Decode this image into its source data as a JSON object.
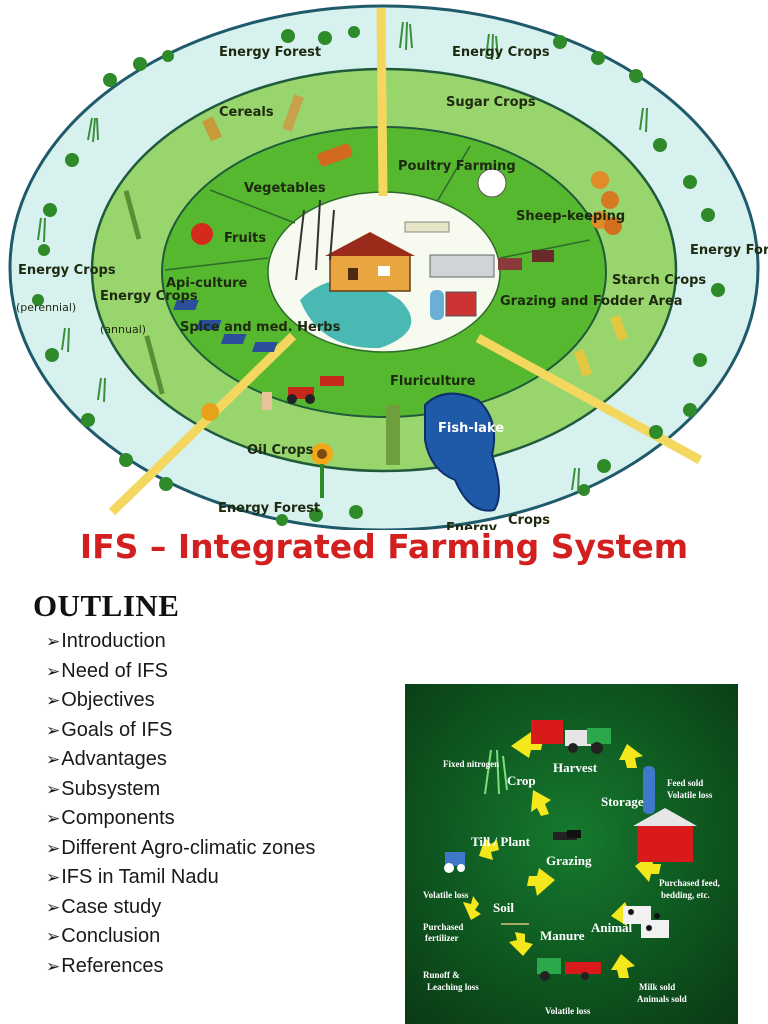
{
  "title": "IFS – Integrated Farming System",
  "farm_diagram": {
    "outer_ring": [
      "Energy Forest",
      "Energy Crops",
      "Energy Forest",
      "Crops",
      "Energy Forest",
      "Energy Crops",
      "(perennial)",
      "Energy"
    ],
    "middle_ring": [
      "Cereals",
      "Sugar Crops",
      "Starch Crops",
      "Oil Crops",
      "Energy Crops",
      "(annual)"
    ],
    "inner_ring": [
      "Vegetables",
      "Poultry Farming",
      "Sheep-keeping",
      "Grazing and Fodder Area",
      "Fluriculture",
      "Spice and med. Herbs",
      "Api-culture",
      "Fruits"
    ],
    "center": [
      "Fish-lake"
    ]
  },
  "outline": {
    "heading": "OUTLINE",
    "items": [
      "Introduction",
      "Need of IFS",
      "Objectives",
      "Goals of IFS",
      "Advantages",
      "Subsystem",
      "Components",
      "Different Agro-climatic zones",
      "IFS in Tamil Nadu",
      "Case study",
      "Conclusion",
      "References"
    ]
  },
  "cycle_diagram": {
    "nodes": [
      "Harvest",
      "Storage",
      "Crop",
      "Grazing",
      "Till / Plant",
      "Soil",
      "Manure",
      "Animal"
    ],
    "notes": [
      "Fixed nitrogen",
      "Feed sold",
      "Volatile loss",
      "Purchased feed,",
      "bedding, etc.",
      "Volatile loss",
      "Purchased",
      "fertilizer",
      "Runoff &",
      "Leaching loss",
      "Volatile loss",
      "Milk sold",
      "Animals sold"
    ]
  },
  "colors": {
    "title_red": "#d21f1f",
    "outer_ring": "#d7f1ee",
    "middle_ring": "#98d66d",
    "inner_ring": "#55b82f",
    "center": "#f6faef",
    "spokes": "#f3d75f",
    "cycle_bg": "#0d4d1d"
  }
}
